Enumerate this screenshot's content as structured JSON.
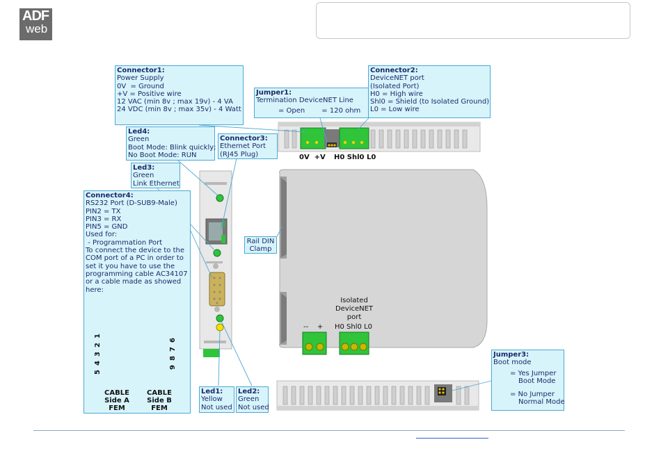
{
  "logo": {
    "line1": "ADF",
    "line2": "web"
  },
  "search": {
    "placeholder": ""
  },
  "connector1": {
    "title": "Connector1:",
    "lines": [
      "Power Supply",
      "",
      "0V  = Ground",
      "+V = Positive wire",
      "",
      "12 VAC (min 8v ; max 19v) - 4 VA",
      "24 VDC (min 8v ; max 35v) - 4 Watt"
    ]
  },
  "jumper1": {
    "title": "Jumper1:",
    "line": "Termination DeviceNET Line",
    "open": "= Open",
    "ohm": "= 120 ohm"
  },
  "connector2": {
    "title": "Connector2:",
    "lines": [
      "DeviceNET port",
      "(Isolated Port)",
      "",
      "H0 = High wire",
      "Shl0 = Shield (to Isolated Ground)",
      "L0 = Low wire"
    ]
  },
  "led4": {
    "title": "Led4:",
    "lines": [
      "Green",
      "Boot Mode: Blink quickly;",
      "No Boot Mode: RUN"
    ]
  },
  "connector3": {
    "title": "Connector3:",
    "lines": [
      "Ethernet Port",
      "(RJ45 Plug)"
    ]
  },
  "led3": {
    "title": "Led3:",
    "lines": [
      "Green",
      "Link Ethernet"
    ]
  },
  "connector4": {
    "title": "Connector4:",
    "lines": [
      "RS232 Port (D-SUB9-Male)",
      "",
      "PIN2 = TX",
      "PIN3 = RX",
      "PIN5 = GND",
      "",
      "Used for:",
      " - Programmation Port",
      "",
      "To connect the device to the",
      "COM port of a PC in order to",
      "set it you have to use the",
      "programming cable AC34107",
      "or a cable made as showed",
      "here:"
    ]
  },
  "cable": {
    "side_a": [
      "CABLE",
      "Side A",
      "FEM"
    ],
    "side_b": [
      "CABLE",
      "Side B",
      "FEM"
    ],
    "pins_a": [
      "1",
      "2",
      "3",
      "4",
      "5"
    ],
    "pins_b": [
      "6",
      "7",
      "8",
      "9"
    ]
  },
  "rail": {
    "lines": [
      "Rail DIN",
      "Clamp"
    ]
  },
  "led1": {
    "title": "Led1:",
    "lines": [
      "Yellow",
      "Not used"
    ]
  },
  "led2": {
    "title": "Led2:",
    "lines": [
      "Green",
      "Not used"
    ]
  },
  "jumper3": {
    "title": "Jumper3:",
    "line": "Boot mode",
    "yes": [
      "= Yes Jumper",
      "Boot Mode"
    ],
    "no": [
      "= No Jumper",
      "Normal Mode"
    ]
  },
  "top_terminals": {
    "left": "0V  +V",
    "right": "H0 Shl0 L0"
  },
  "front_port": {
    "lines": [
      "Isolated",
      "DeviceNET",
      "port"
    ],
    "left_pins": "--    +",
    "right_pins": "H0 Shl0 L0"
  }
}
